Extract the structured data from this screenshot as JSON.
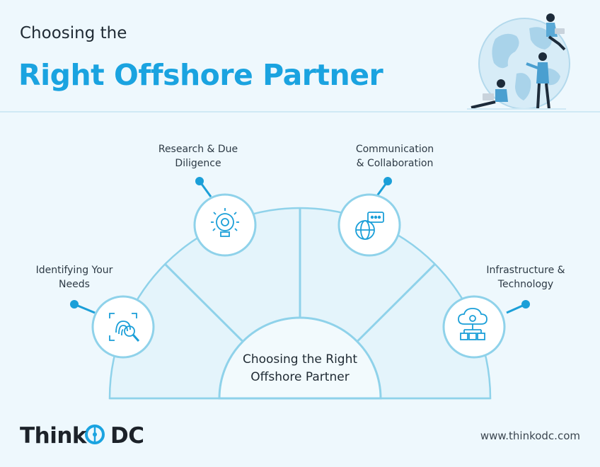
{
  "header": {
    "subtitle": "Choosing the",
    "title": "Right Offshore Partner"
  },
  "diagram": {
    "center_line1": "Choosing the Right",
    "center_line2": "Offshore Partner",
    "steps": [
      {
        "line1": "Identifying Your",
        "line2": "Needs",
        "icon": "fingerprint-search-icon"
      },
      {
        "line1": "Research & Due",
        "line2": "Diligence",
        "icon": "gear-lightbulb-icon"
      },
      {
        "line1": "Communication",
        "line2": "& Collaboration",
        "icon": "globe-chat-icon"
      },
      {
        "line1": "Infrastructure &",
        "line2": "Technology",
        "icon": "cloud-network-icon"
      }
    ]
  },
  "footer": {
    "brand_left": "Think",
    "brand_right": "DC",
    "url": "www.thinkodc.com"
  },
  "colors": {
    "accent": "#1aa3e0",
    "line": "#8fd2ea",
    "background": "#eef8fd",
    "dark": "#1f2a33"
  }
}
